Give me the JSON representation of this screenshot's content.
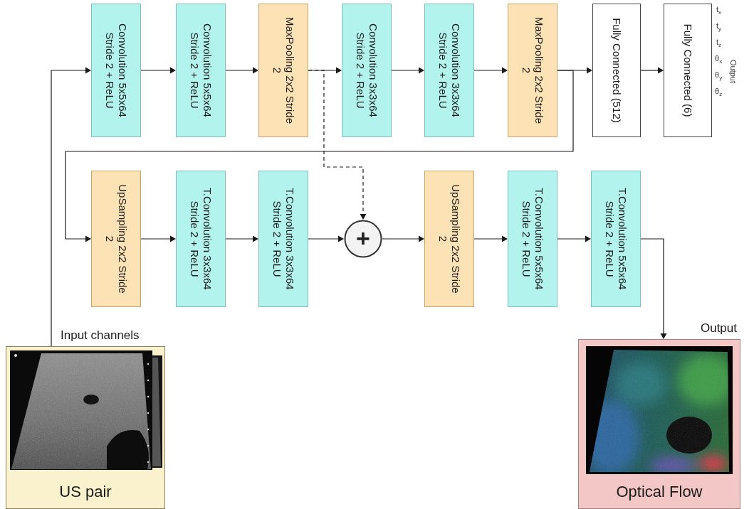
{
  "diagram": {
    "nodes": [
      {
        "text": [
          "Convolution 5x5x64 Stride 2 + ReLU"
        ]
      },
      {
        "text": [
          "Convolution 5x5x64 Stride 2 + ReLU"
        ]
      },
      {
        "text": [
          "MaxPooling 2x2 Stride 2"
        ]
      },
      {
        "text": [
          "Convolution 3x3x64 Stride 2 + ReLU"
        ]
      },
      {
        "text": [
          "Convolution 3x3x64 Stride 2 + ReLU"
        ]
      },
      {
        "text": [
          "MaxPooling 2x2 Stride 2"
        ]
      },
      {
        "text": [
          "Fully Connected (512)"
        ]
      },
      {
        "text": [
          "Fully Connected (6)"
        ]
      },
      {
        "text": [
          "UpSampling 2x2 Stride 2"
        ]
      },
      {
        "text": [
          "T.Convolution 3x3x64 Stride 2 + ReLU"
        ]
      },
      {
        "text": [
          "T.Convolution 3x3x64 Stride 2 + ReLU"
        ]
      },
      {
        "text": [
          "+"
        ]
      },
      {
        "text": [
          "UpSampling 2x2 Stride 2"
        ]
      },
      {
        "text": [
          "T.Convolution 5x5x64 Stride 2 + ReLU"
        ]
      },
      {
        "text": [
          "T.Convolution 5x5x64 Stride 2 + ReLU"
        ]
      },
      {
        "text": [
          "Input channels",
          "US pair"
        ]
      },
      {
        "text": [
          "Output",
          "Optical Flow"
        ]
      }
    ],
    "edges": [
      {
        "from": 15,
        "to": 0,
        "arrow": "to"
      },
      {
        "from": 0,
        "to": 1,
        "arrow": "to"
      },
      {
        "from": 1,
        "to": 2,
        "arrow": "to"
      },
      {
        "from": 2,
        "to": 3,
        "arrow": "to"
      },
      {
        "from": 3,
        "to": 4,
        "arrow": "to"
      },
      {
        "from": 4,
        "to": 5,
        "arrow": "to"
      },
      {
        "from": 5,
        "to": 6,
        "arrow": "to"
      },
      {
        "from": 6,
        "to": 7,
        "arrow": "to"
      },
      {
        "from": 2,
        "to": 11,
        "arrow": "to"
      },
      {
        "from": 5,
        "to": 8,
        "arrow": "to"
      },
      {
        "from": 8,
        "to": 9,
        "arrow": "to"
      },
      {
        "from": 9,
        "to": 10,
        "arrow": "to"
      },
      {
        "from": 10,
        "to": 11,
        "arrow": "to"
      },
      {
        "from": 11,
        "to": 12,
        "arrow": "to"
      },
      {
        "from": 12,
        "to": 13,
        "arrow": "to"
      },
      {
        "from": 13,
        "to": 14,
        "arrow": "to"
      },
      {
        "from": 14,
        "to": 16,
        "arrow": "to"
      }
    ],
    "labels": [
      "tx",
      "ty",
      "tz",
      "θx",
      "θy",
      "θz",
      "Output"
    ]
  }
}
